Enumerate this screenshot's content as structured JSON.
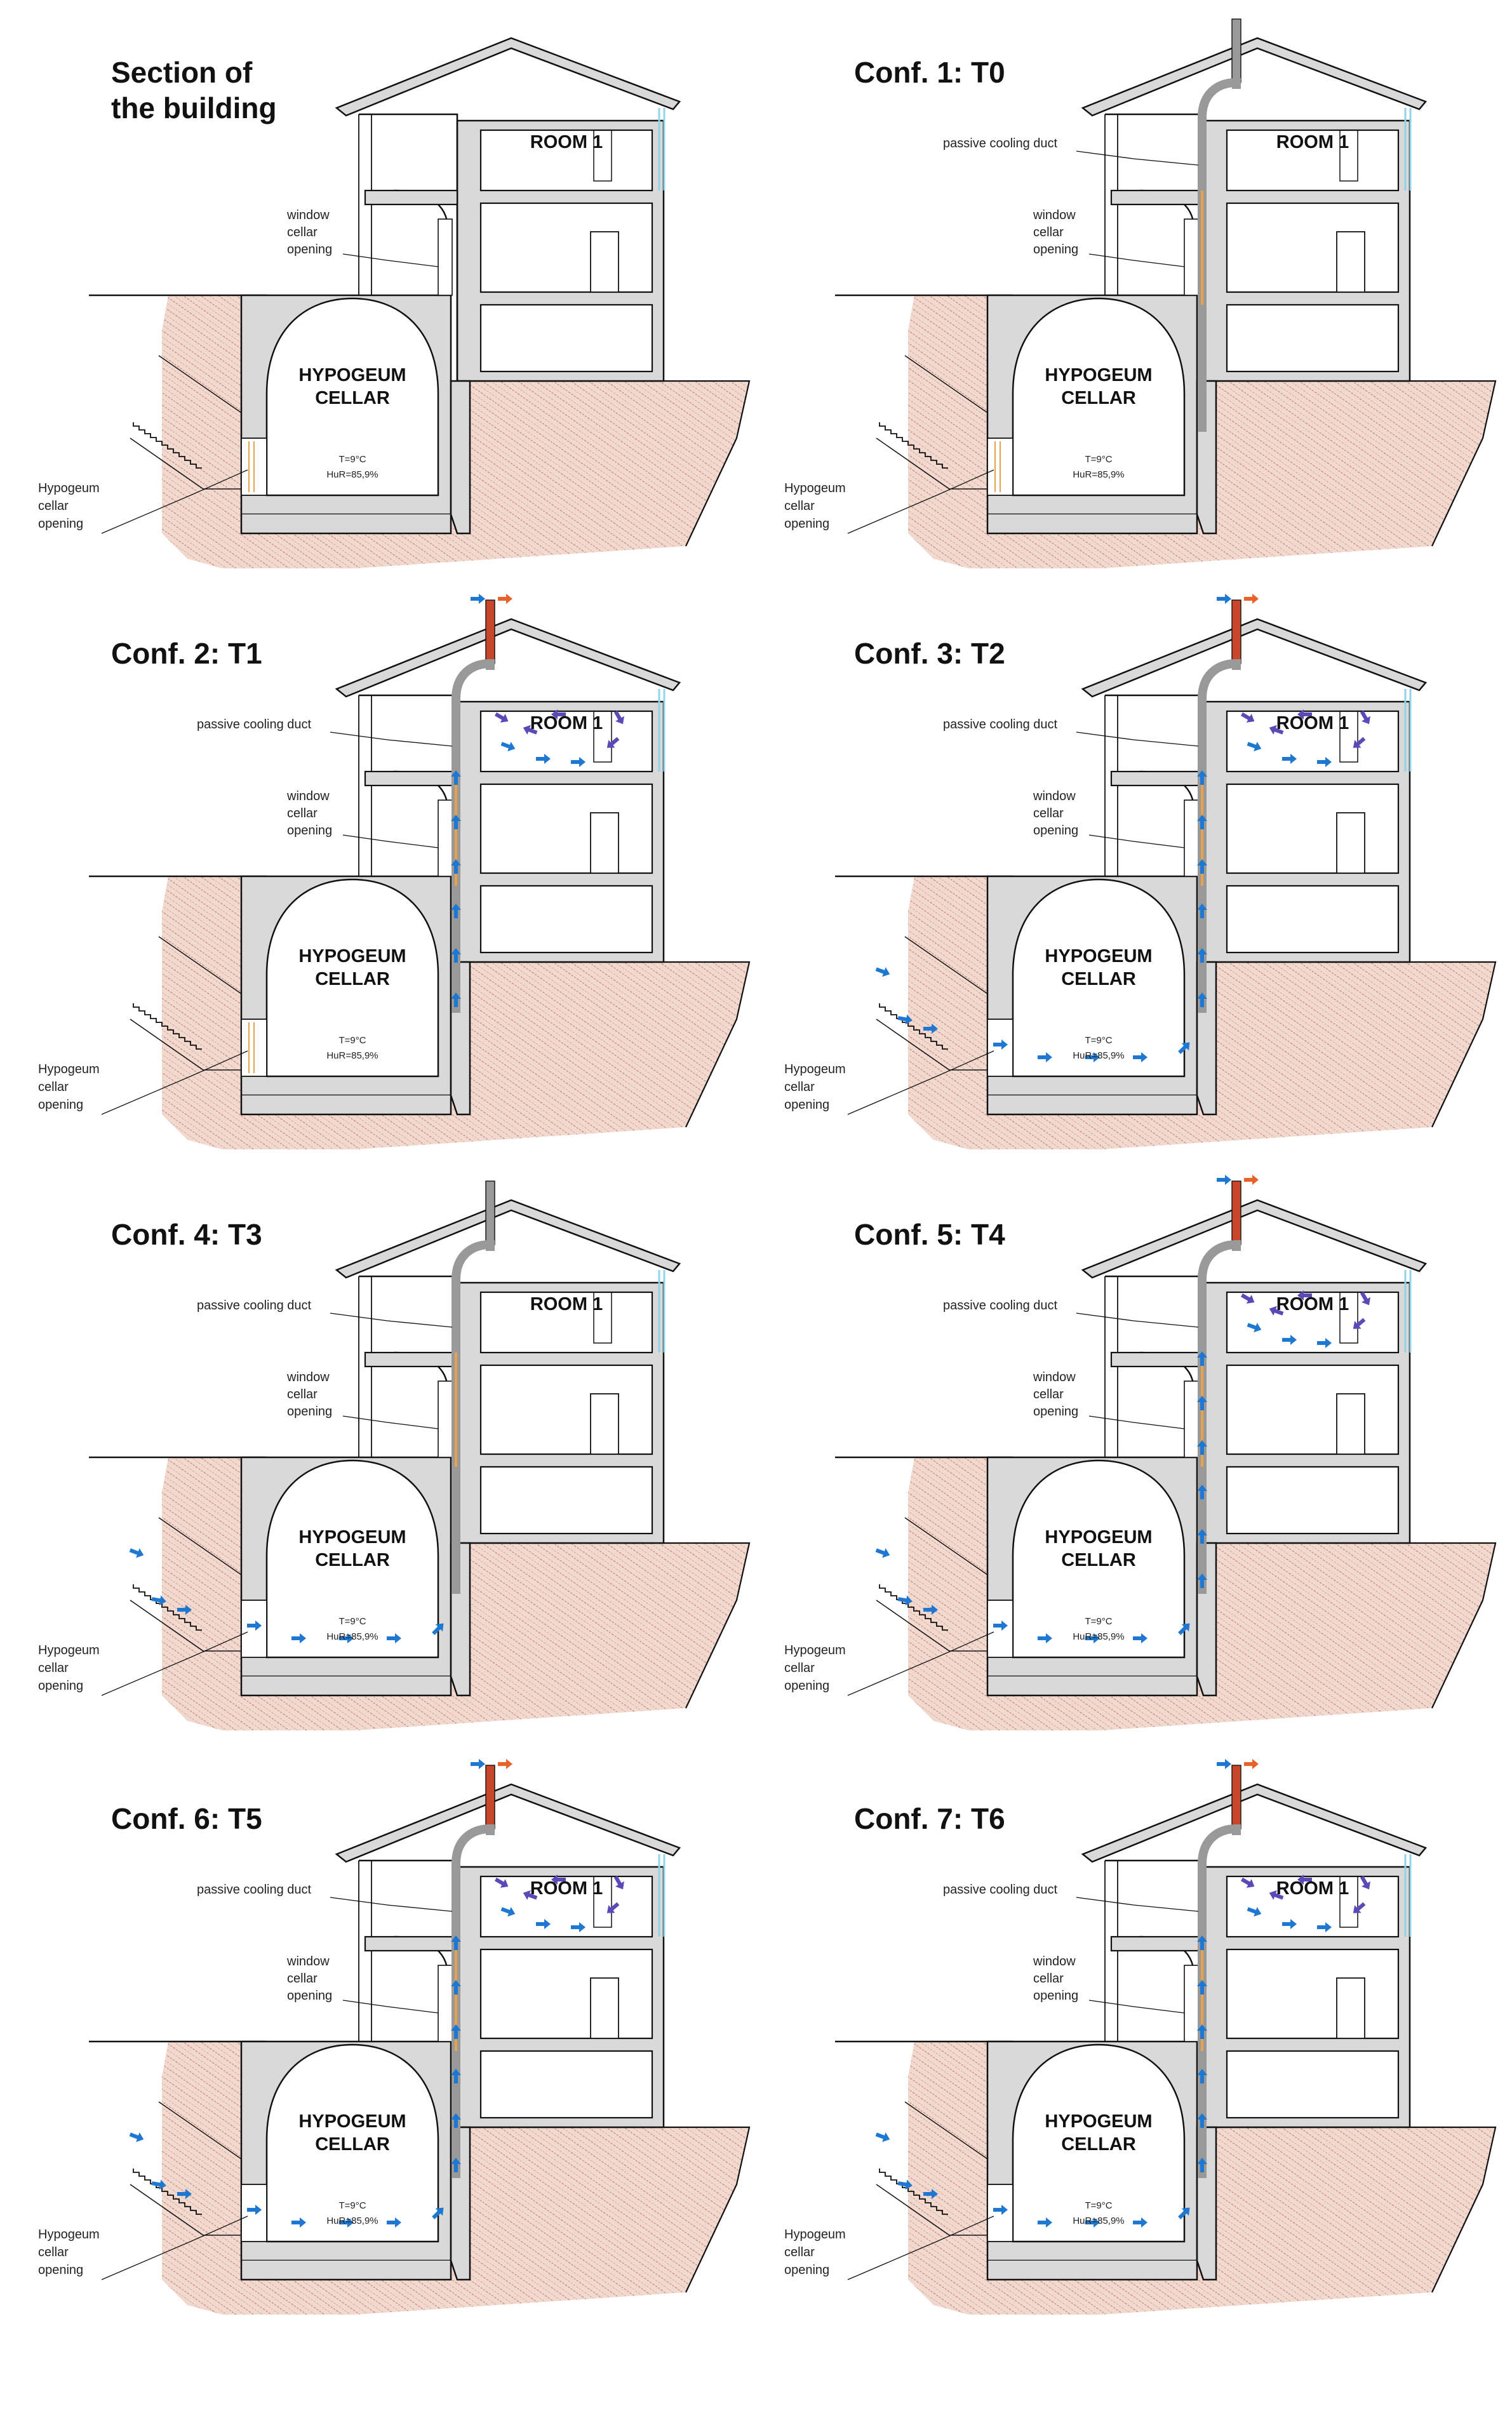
{
  "labels": {
    "room": "ROOM 1",
    "cellar_line1": "HYPOGEUM",
    "cellar_line2": "CELLAR",
    "temperature": "T=9°C",
    "humidity": "HuR=85,9%",
    "duct": "passive cooling duct",
    "window_line1": "window",
    "window_line2": "cellar",
    "window_line3": "opening",
    "hyp_line1": "Hypogeum",
    "hyp_line2": "cellar",
    "hyp_line3": "opening"
  },
  "colors": {
    "wall": "#d9d9d9",
    "stroke": "#111111",
    "soil": "#f1d9d0",
    "soil_hatch": "#c9887a",
    "duct": "#999999",
    "duct_orange": "#e6a24d",
    "chimney_hot": "#c8462c",
    "arrow_blue": "#1e78d2",
    "arrow_violet": "#5a4ab8",
    "arrow_orange": "#e8622a",
    "glass": "#8fd4ea"
  },
  "sections": [
    {
      "id": "section",
      "title_lines": [
        "Section of",
        "the building"
      ],
      "duct": false,
      "duct_label": false,
      "window_open": false,
      "hyp_open": false,
      "chimney_hot": false,
      "chimney_arrows": false,
      "room_arrows": false,
      "cellar_arrows": false,
      "duct_arrows": false
    },
    {
      "id": "conf-1",
      "title_lines": [
        "Conf. 1: T0"
      ],
      "duct": true,
      "duct_label": true,
      "window_open": false,
      "hyp_open": false,
      "chimney_hot": false,
      "chimney_arrows": false,
      "room_arrows": false,
      "cellar_arrows": false,
      "duct_arrows": false
    },
    {
      "id": "conf-2",
      "title_lines": [
        "Conf. 2: T1"
      ],
      "duct": true,
      "duct_label": true,
      "window_open": false,
      "hyp_open": false,
      "chimney_hot": true,
      "chimney_arrows": true,
      "room_arrows": true,
      "cellar_arrows": false,
      "duct_arrows": true
    },
    {
      "id": "conf-3",
      "title_lines": [
        "Conf. 3: T2"
      ],
      "duct": true,
      "duct_label": true,
      "window_open": false,
      "hyp_open": true,
      "chimney_hot": true,
      "chimney_arrows": true,
      "room_arrows": true,
      "cellar_arrows": true,
      "duct_arrows": true
    },
    {
      "id": "conf-4",
      "title_lines": [
        "Conf. 4: T3"
      ],
      "duct": true,
      "duct_label": true,
      "window_open": false,
      "hyp_open": true,
      "chimney_hot": false,
      "chimney_arrows": false,
      "room_arrows": false,
      "cellar_arrows": true,
      "duct_arrows": false
    },
    {
      "id": "conf-5",
      "title_lines": [
        "Conf. 5: T4"
      ],
      "duct": true,
      "duct_label": true,
      "window_open": false,
      "hyp_open": true,
      "chimney_hot": true,
      "chimney_arrows": true,
      "room_arrows": true,
      "cellar_arrows": true,
      "duct_arrows": true
    },
    {
      "id": "conf-6",
      "title_lines": [
        "Conf. 6: T5"
      ],
      "duct": true,
      "duct_label": true,
      "window_open": false,
      "hyp_open": true,
      "chimney_hot": true,
      "chimney_arrows": true,
      "room_arrows": true,
      "cellar_arrows": true,
      "duct_arrows": true
    },
    {
      "id": "conf-7",
      "title_lines": [
        "Conf. 7: T6"
      ],
      "duct": true,
      "duct_label": true,
      "window_open": false,
      "hyp_open": true,
      "chimney_hot": true,
      "chimney_arrows": true,
      "room_arrows": true,
      "cellar_arrows": true,
      "duct_arrows": true
    }
  ]
}
